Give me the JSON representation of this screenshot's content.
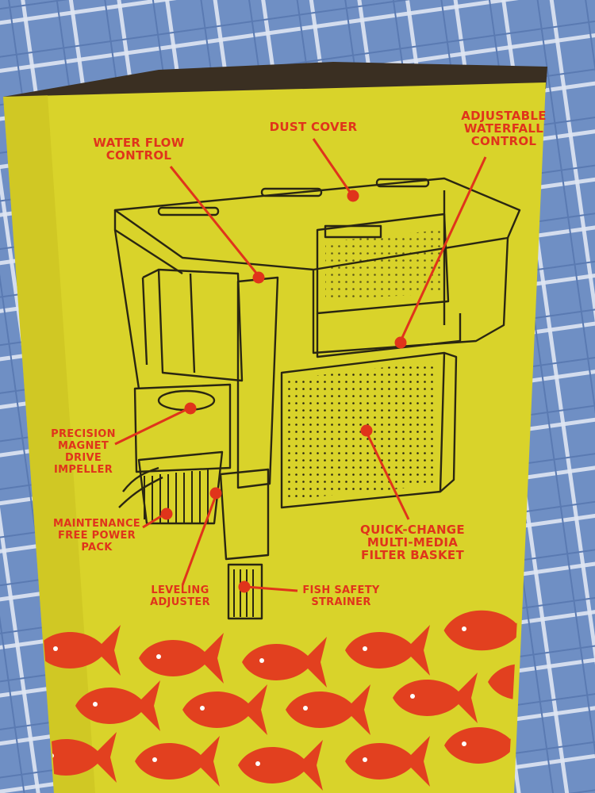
{
  "photo": {
    "subject": "aquarium-filter-box-side-panel",
    "colors": {
      "box_yellow": "#d9d32a",
      "label_red": "#e0341b",
      "fish_red": "#e2401f",
      "line_black": "#2a2612",
      "background_blue": "#6f8fc4",
      "box_interior": "#3a2f22"
    },
    "callouts": {
      "water_flow_control": "WATER FLOW\nCONTROL",
      "dust_cover": "DUST COVER",
      "adjustable_waterfall_control": "ADJUSTABLE\nWATERFALL\nCONTROL",
      "precision_magnet_drive_impeller": "PRECISION\nMAGNET\nDRIVE\nIMPELLER",
      "maintenance_free_power_pack": "MAINTENANCE\nFREE POWER\nPACK",
      "leveling_adjuster": "LEVELING\nADJUSTER",
      "fish_safety_strainer": "FISH SAFETY\nSTRAINER",
      "quick_change_multi_media_filter_basket": "QUICK-CHANGE\nMULTI-MEDIA\nFILTER BASKET"
    }
  }
}
